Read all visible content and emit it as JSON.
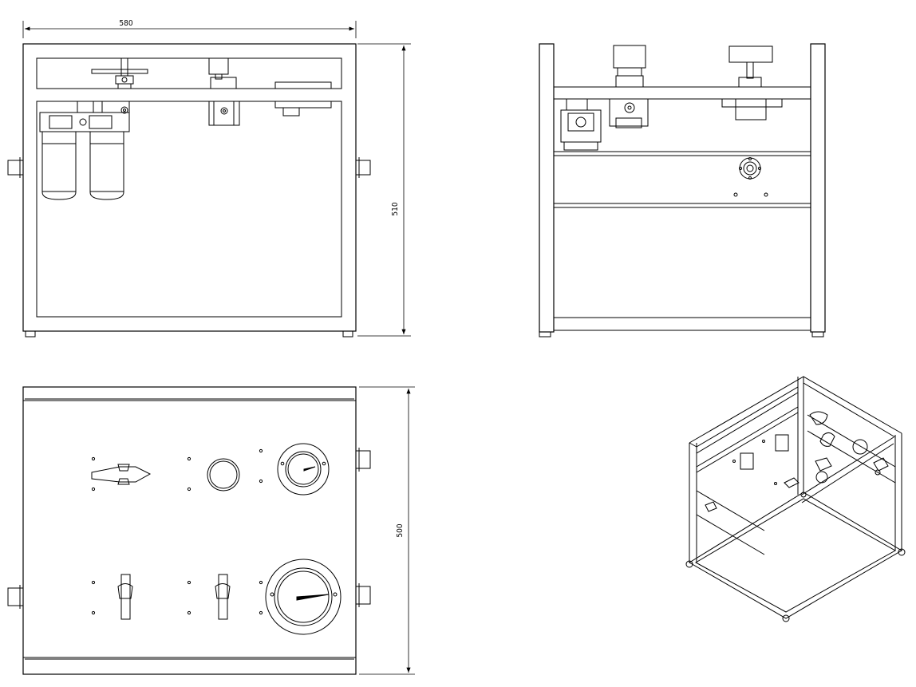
{
  "drawing": {
    "views": [
      "front-view",
      "side-view",
      "top-view",
      "isometric-view"
    ],
    "dimensions": {
      "width": "580",
      "height": "510",
      "depth": "500"
    },
    "line_color": "#000000",
    "background": "#ffffff"
  }
}
